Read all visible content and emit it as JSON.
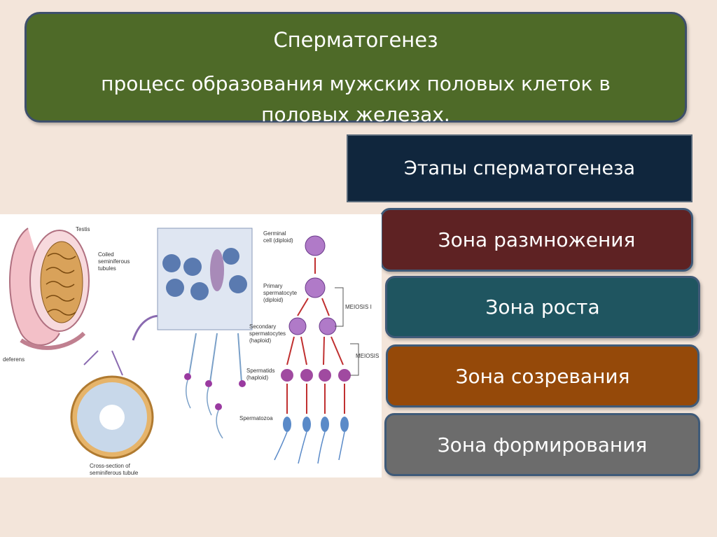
{
  "title": {
    "heading": "Сперматогенез",
    "definition": "процесс образования мужских половых клеток в половых железах."
  },
  "stages_header": "Этапы сперматогенеза",
  "zones": [
    {
      "label": "Зона размножения",
      "color": "#5e2223"
    },
    {
      "label": "Зона роста",
      "color": "#1f5560"
    },
    {
      "label": "Зона созревания",
      "color": "#954909"
    },
    {
      "label": "Зона формирования",
      "color": "#6c6c6c"
    }
  ],
  "illustration_labels": {
    "testis": "Testis",
    "coiled": "Coiled",
    "seminiferous": "seminiferous",
    "tubules": "tubules",
    "deferens": "deferens",
    "cross_section_1": "Cross-section of",
    "cross_section_2": "seminiferous tubule",
    "germinal_1": "Germinal",
    "germinal_2": "cell (diploid)",
    "primary_1": "Primary",
    "primary_2": "spermatocyte",
    "primary_3": "(diploid)",
    "meiosis_1": "MEIOSIS I",
    "secondary_1": "Secondary",
    "secondary_2": "spermatocytes",
    "secondary_3": "(haploid)",
    "meiosis_2": "MEIOSIS",
    "spermatids_1": "Spermatids",
    "spermatids_2": "(haploid)",
    "spermatozoa": "Spermatozoa"
  }
}
